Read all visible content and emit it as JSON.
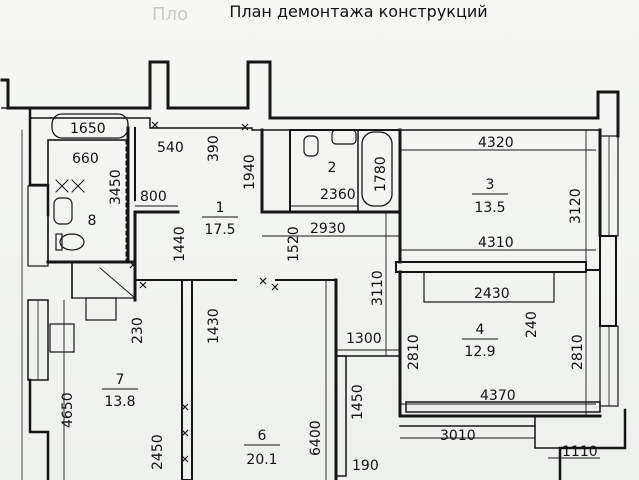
{
  "title": "План демонтажа конструкций",
  "ghost_text": "Пло",
  "dimensions": {
    "d1650": "1650",
    "d540": "540",
    "d390": "390",
    "d1940": "1940",
    "d660": "660",
    "d3450": "3450",
    "d800": "800",
    "d1440": "1440",
    "d1520": "1520",
    "d2930": "2930",
    "d2360": "2360",
    "d1780": "1780",
    "d4320": "4320",
    "d3120": "3120",
    "d4310": "4310",
    "d3110": "3110",
    "d2430": "2430",
    "d240": "240",
    "d2810a": "2810",
    "d2810b": "2810",
    "d1430": "1430",
    "d230": "230",
    "d1300": "1300",
    "d1450": "1450",
    "d4370": "4370",
    "d4650": "4650",
    "d6400": "6400",
    "d2450": "2450",
    "d3010": "3010",
    "d190": "190",
    "d1110": "1110"
  },
  "rooms": [
    {
      "number": "1",
      "area": "17.5"
    },
    {
      "number": "2",
      "area": ""
    },
    {
      "number": "3",
      "area": "13.5"
    },
    {
      "number": "4",
      "area": "12.9"
    },
    {
      "number": "6",
      "area": "20.1"
    },
    {
      "number": "7",
      "area": "13.8"
    },
    {
      "number": "8",
      "area": ""
    }
  ],
  "colors": {
    "wall": "#151515",
    "background": "#f4f5f3",
    "ink": "#1a1a1a"
  }
}
